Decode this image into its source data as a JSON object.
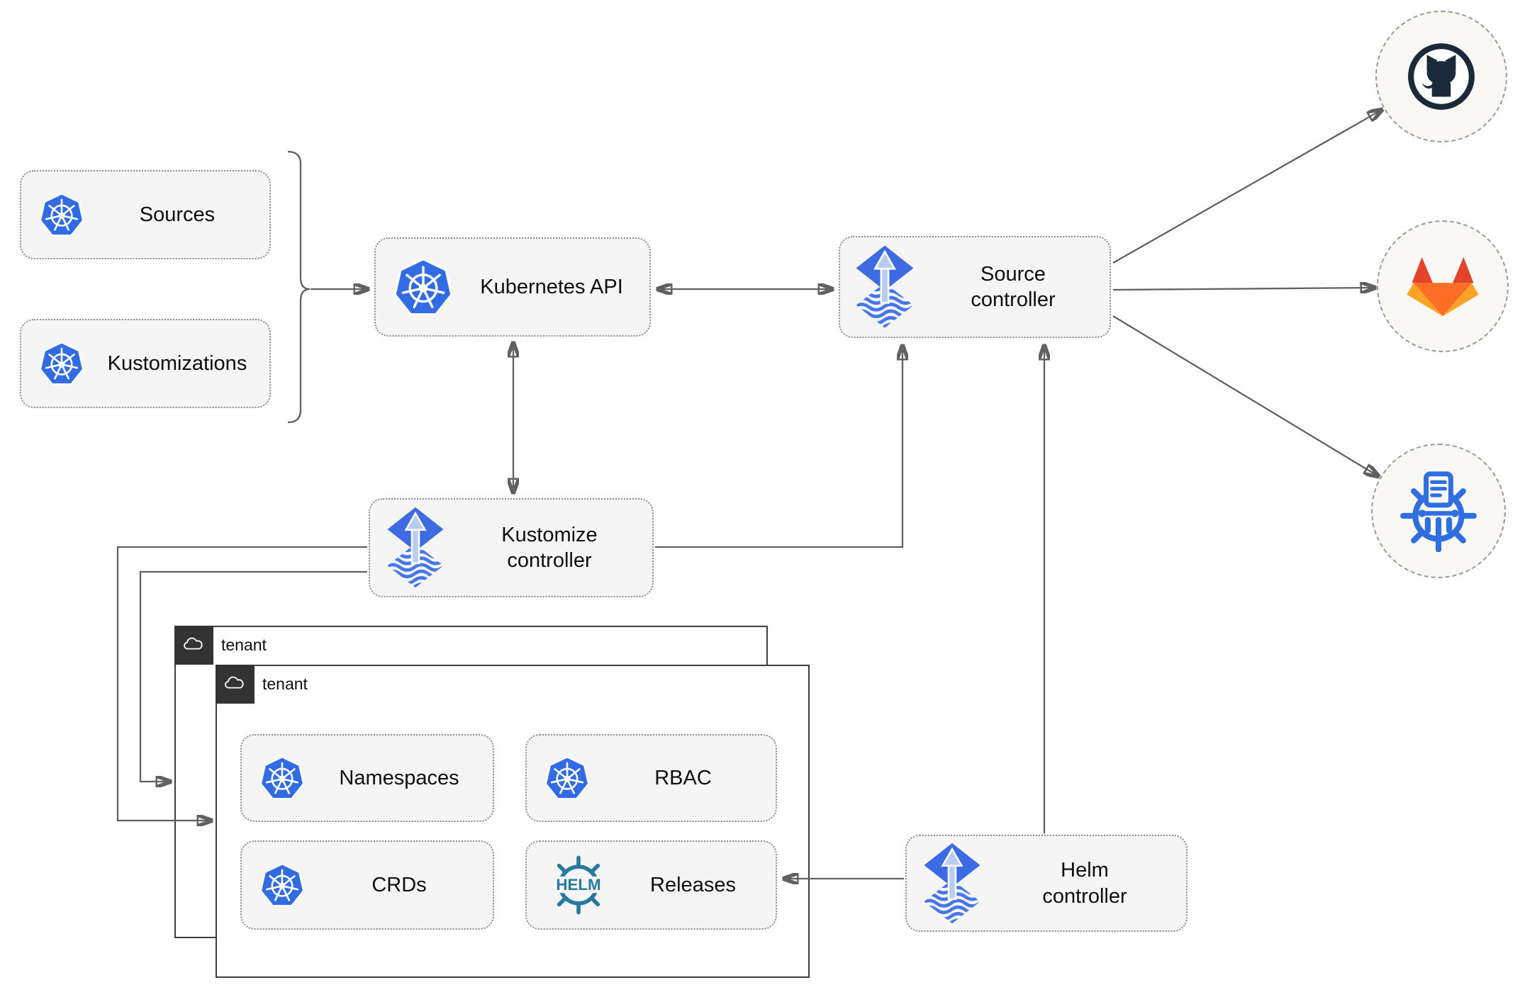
{
  "diagram": {
    "title": "flux-gitops-architecture",
    "nodes": {
      "sources": {
        "label": "Sources",
        "icon": "kubernetes-icon"
      },
      "kustomizations": {
        "label": "Kustomizations",
        "icon": "kubernetes-icon"
      },
      "kubernetes_api": {
        "label": "Kubernetes API",
        "icon": "kubernetes-icon"
      },
      "source_controller": {
        "label": "Source controller",
        "icon": "flux-icon"
      },
      "kustomize_controller": {
        "label": "Kustomize controller",
        "icon": "flux-icon"
      },
      "helm_controller": {
        "label": "Helm controller",
        "icon": "flux-icon"
      },
      "namespaces": {
        "label": "Namespaces",
        "icon": "kubernetes-icon"
      },
      "rbac": {
        "label": "RBAC",
        "icon": "kubernetes-icon"
      },
      "crds": {
        "label": "CRDs",
        "icon": "kubernetes-icon"
      },
      "releases": {
        "label": "Releases",
        "icon": "helm-icon"
      }
    },
    "groups": {
      "tenant_back": {
        "label": "tenant",
        "icon": "cloud-icon"
      },
      "tenant_front": {
        "label": "tenant",
        "icon": "cloud-icon"
      }
    },
    "endpoints": {
      "github": {
        "icon": "github-icon"
      },
      "gitlab": {
        "icon": "gitlab-icon"
      },
      "chart_repository": {
        "icon": "chartmuseum-icon"
      }
    },
    "colors": {
      "kubernetes_blue": "#326ce5",
      "flux_blue": "#3d6be3",
      "flux_light_blue": "#b9cdf3",
      "flux_wave_blue": "#4677e8",
      "helm_teal": "#277a9e",
      "github_dark": "#1b2a3a",
      "gitlab_orange": "#fc6d26",
      "gitlab_red": "#e24329",
      "gitlab_amber": "#fca326",
      "chartmuseum_blue": "#2f6ee0",
      "connector_gray": "#616161",
      "node_fill": "#f5f5f5",
      "endpoint_fill": "#f9f8f5",
      "tenant_badge": "#333333"
    }
  }
}
